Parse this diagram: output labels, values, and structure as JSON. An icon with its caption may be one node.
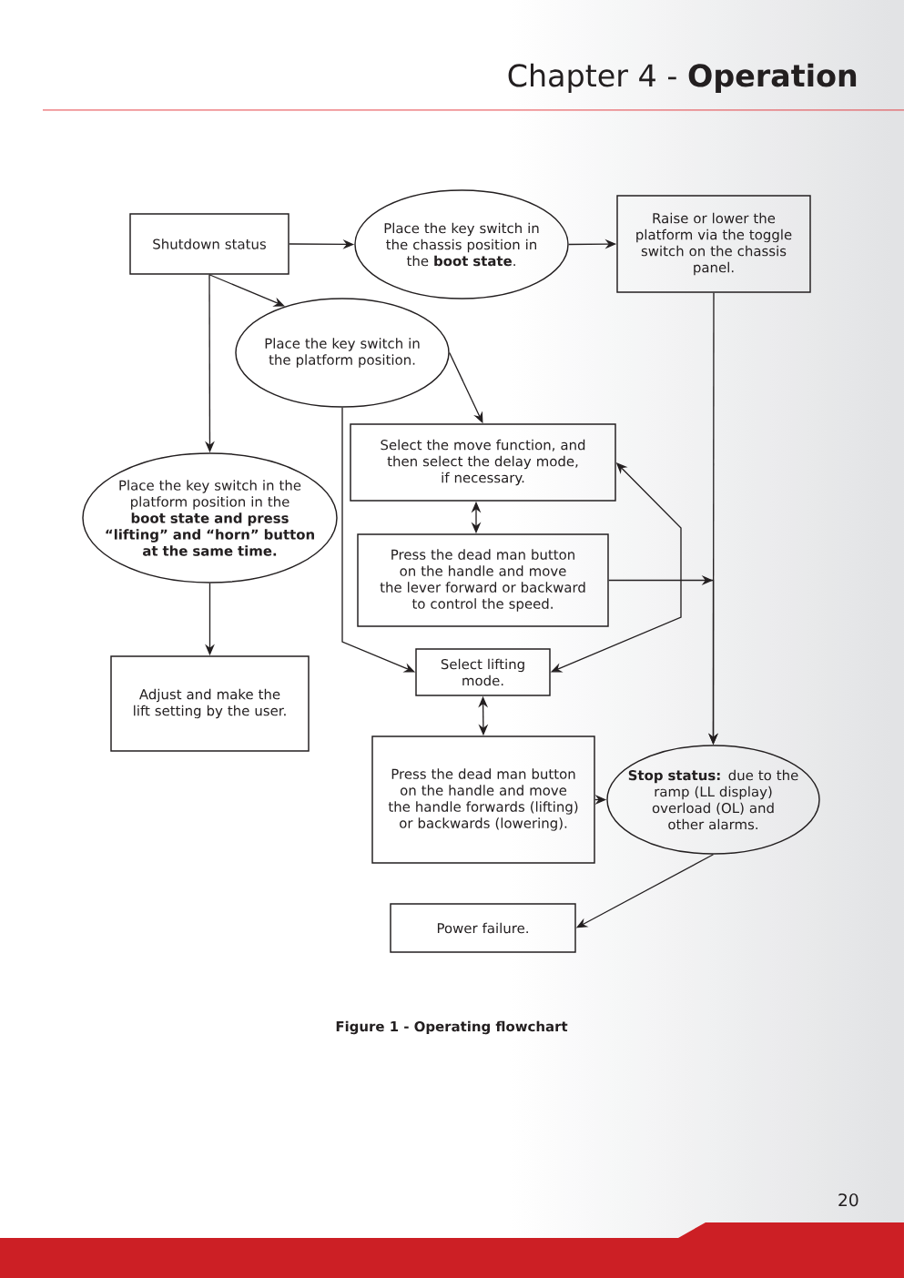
{
  "diagram": {
    "title": "Chapter 4 - **Operation**",
    "caption": "Figure 1 - Operating flowchart",
    "nodes": [
      {
        "text": [
          "Shutdown status"
        ]
      },
      {
        "text": [
          "Place the key switch in the chassis position in the **boot state**."
        ]
      },
      {
        "text": [
          "Raise or lower the platform via the toggle switch on the chassis panel."
        ]
      },
      {
        "text": [
          "Place the key switch in the platform position."
        ]
      },
      {
        "text": [
          "Place the key switch in the platform position in the **boot state and press “lifting” and “horn” button at the same time.**"
        ]
      },
      {
        "text": [
          "Select the move function, and then select the delay mode, if necessary."
        ]
      },
      {
        "text": [
          "Press the dead man button on the handle and move the lever forward or backward to control the speed."
        ]
      },
      {
        "text": [
          "Adjust and make the lift setting by the user."
        ]
      },
      {
        "text": [
          "Select lifting mode."
        ]
      },
      {
        "text": [
          "Press the dead man button on the handle and move the handle forwards (lifting) or backwards (lowering)."
        ]
      },
      {
        "text": [
          "**Stop status:** due to the ramp (LL display) overload (OL) and other alarms."
        ]
      },
      {
        "text": [
          "Power failure."
        ]
      }
    ],
    "edges": [
      {
        "from": 0,
        "to": 1,
        "arrow": "to"
      },
      {
        "from": 1,
        "to": 2,
        "arrow": "to"
      },
      {
        "from": 0,
        "to": 3,
        "arrow": "to"
      },
      {
        "from": 0,
        "to": 4,
        "arrow": "to"
      },
      {
        "from": 3,
        "to": 5,
        "arrow": "to"
      },
      {
        "from": 3,
        "to": 8,
        "arrow": "to"
      },
      {
        "from": 2,
        "to": 10,
        "arrow": "to"
      },
      {
        "from": 4,
        "to": 7,
        "arrow": "to"
      },
      {
        "from": 5,
        "to": 6,
        "arrow": "both"
      },
      {
        "from": 6,
        "to": 10,
        "arrow": "to"
      },
      {
        "from": 5,
        "to": 8,
        "arrow": "both"
      },
      {
        "from": 8,
        "to": 9,
        "arrow": "both"
      },
      {
        "from": 9,
        "to": 10,
        "arrow": "to"
      },
      {
        "from": 10,
        "to": 11,
        "arrow": "to"
      }
    ],
    "labels": [
      "20"
    ]
  }
}
